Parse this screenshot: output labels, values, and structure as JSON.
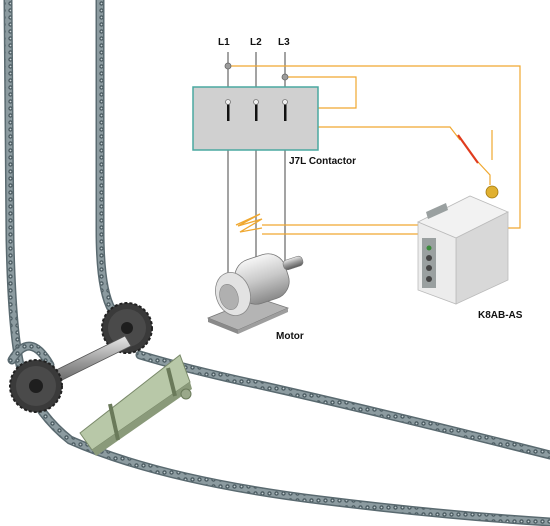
{
  "labels": {
    "l1": "L1",
    "l2": "L2",
    "l3": "L3",
    "contactor": "J7L Contactor",
    "motor": "Motor",
    "relay": "K8AB-AS"
  },
  "colors": {
    "power_line": "#8c8c8c",
    "control_wire": "#f0a830",
    "switch_red": "#e03c1e",
    "contactor_fill": "#d0d0d0",
    "contactor_border": "#4aa8a0",
    "chain": "#5a6a70",
    "plate": "#b8c8a8",
    "relay_body": "#ececec",
    "relay_face": "#9aa0a0"
  },
  "icons": {
    "motor": "motor-icon",
    "relay": "k8ab-relay-icon",
    "switch": "switch-icon",
    "current_sensor": "current-sensor-icon",
    "sprocket": "sprocket-icon",
    "chain": "chain-icon"
  }
}
